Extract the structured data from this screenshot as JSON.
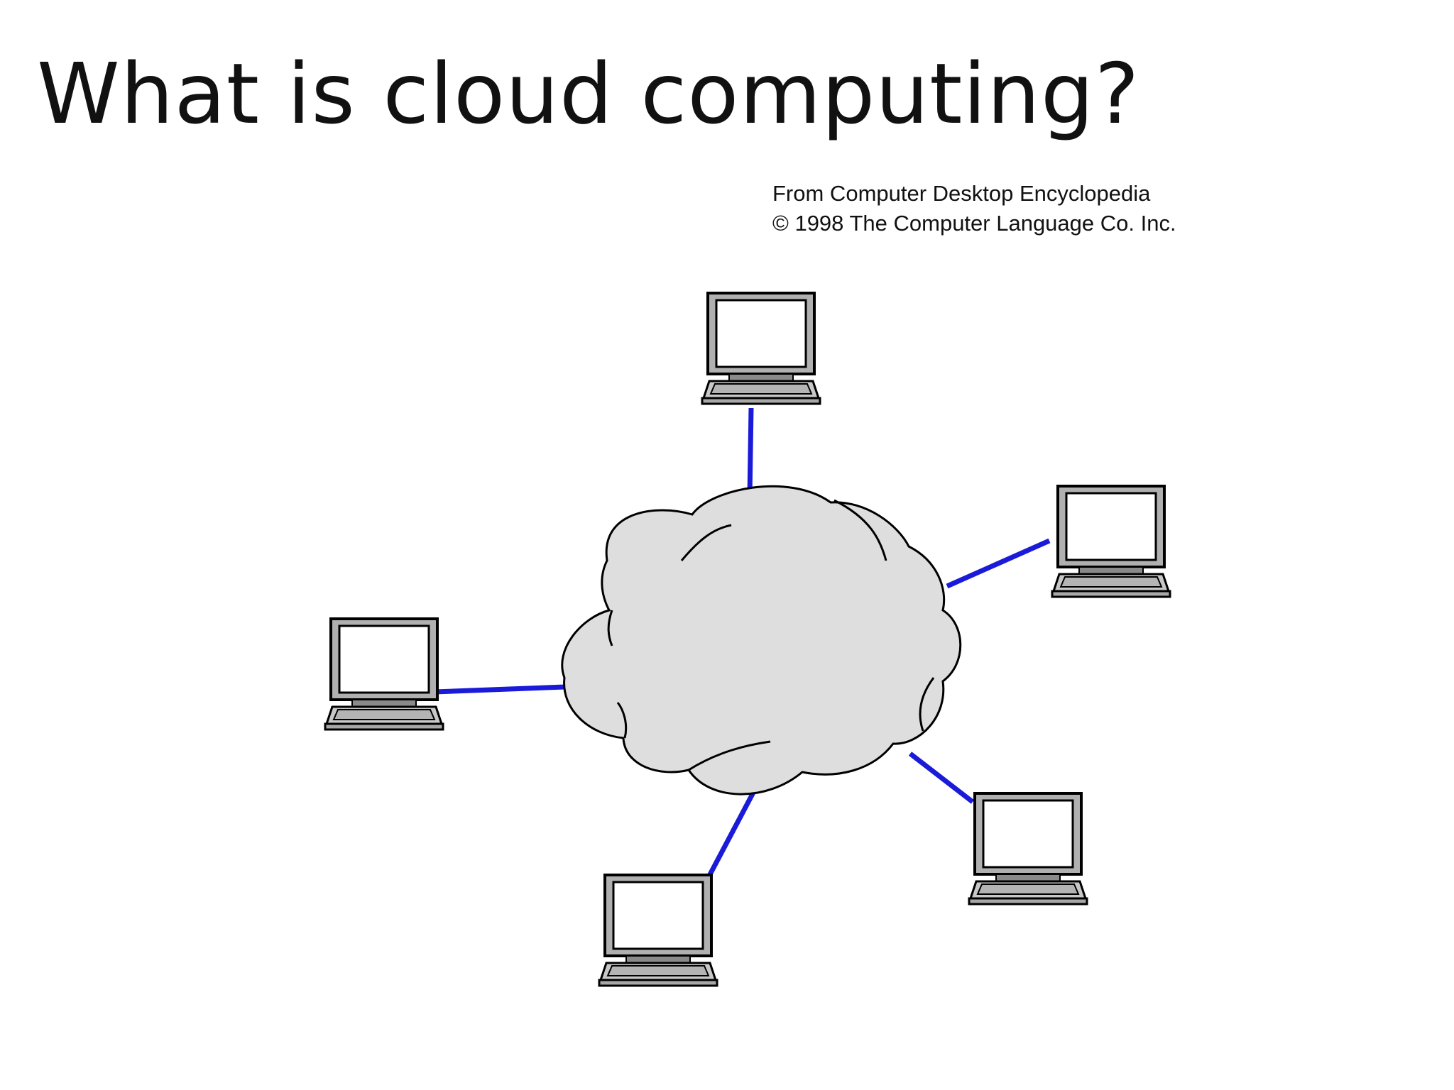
{
  "slide": {
    "title": "What is cloud computing?"
  },
  "credit": {
    "line1": "From Computer Desktop Encyclopedia",
    "line2": "© 1998 The Computer Language Co. Inc."
  },
  "diagram": {
    "cloud_fill": "#dedede",
    "link_color": "#1a1ad9",
    "computer_frame": "#b0b0b0",
    "computers": [
      {
        "id": "computer-top"
      },
      {
        "id": "computer-right"
      },
      {
        "id": "computer-left"
      },
      {
        "id": "computer-bottom-right"
      },
      {
        "id": "computer-bottom"
      }
    ]
  }
}
